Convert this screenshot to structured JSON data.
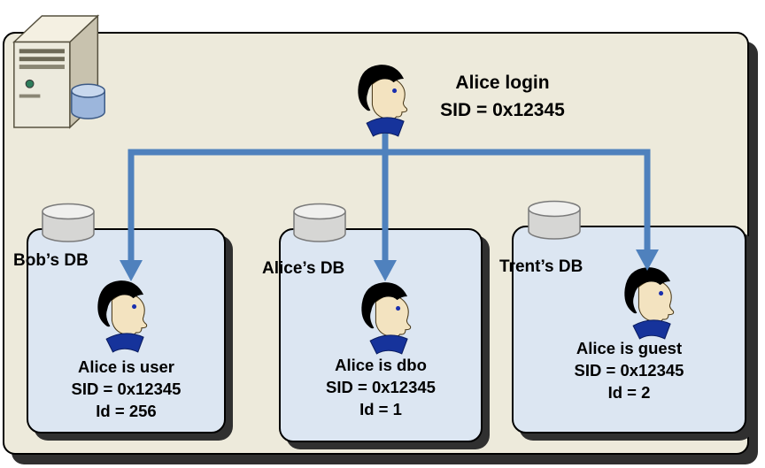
{
  "diagram": {
    "login": {
      "title": "Alice login",
      "sid": "SID = 0x12345"
    },
    "databases": [
      {
        "label": "Bob’s DB",
        "lines": [
          "Alice is user",
          "SID = 0x12345",
          "Id = 256"
        ]
      },
      {
        "label": "Alice’s DB",
        "lines": [
          "Alice is dbo",
          "SID = 0x12345",
          "Id = 1"
        ]
      },
      {
        "label": "Trent’s DB",
        "lines": [
          "Alice is guest",
          "SID = 0x12345",
          "Id = 2"
        ]
      }
    ],
    "icons": {
      "server": "server-tower-icon",
      "login_person": "person-head-icon",
      "db_cylinder": "database-cylinder-icon",
      "arrows": "sid-mapping-arrows"
    },
    "colors": {
      "panel_bg": "#edeadb",
      "card_bg": "#dce6f2",
      "arrow_blue": "#4f81bd",
      "shadow": "#303030",
      "border": "#000000"
    }
  }
}
